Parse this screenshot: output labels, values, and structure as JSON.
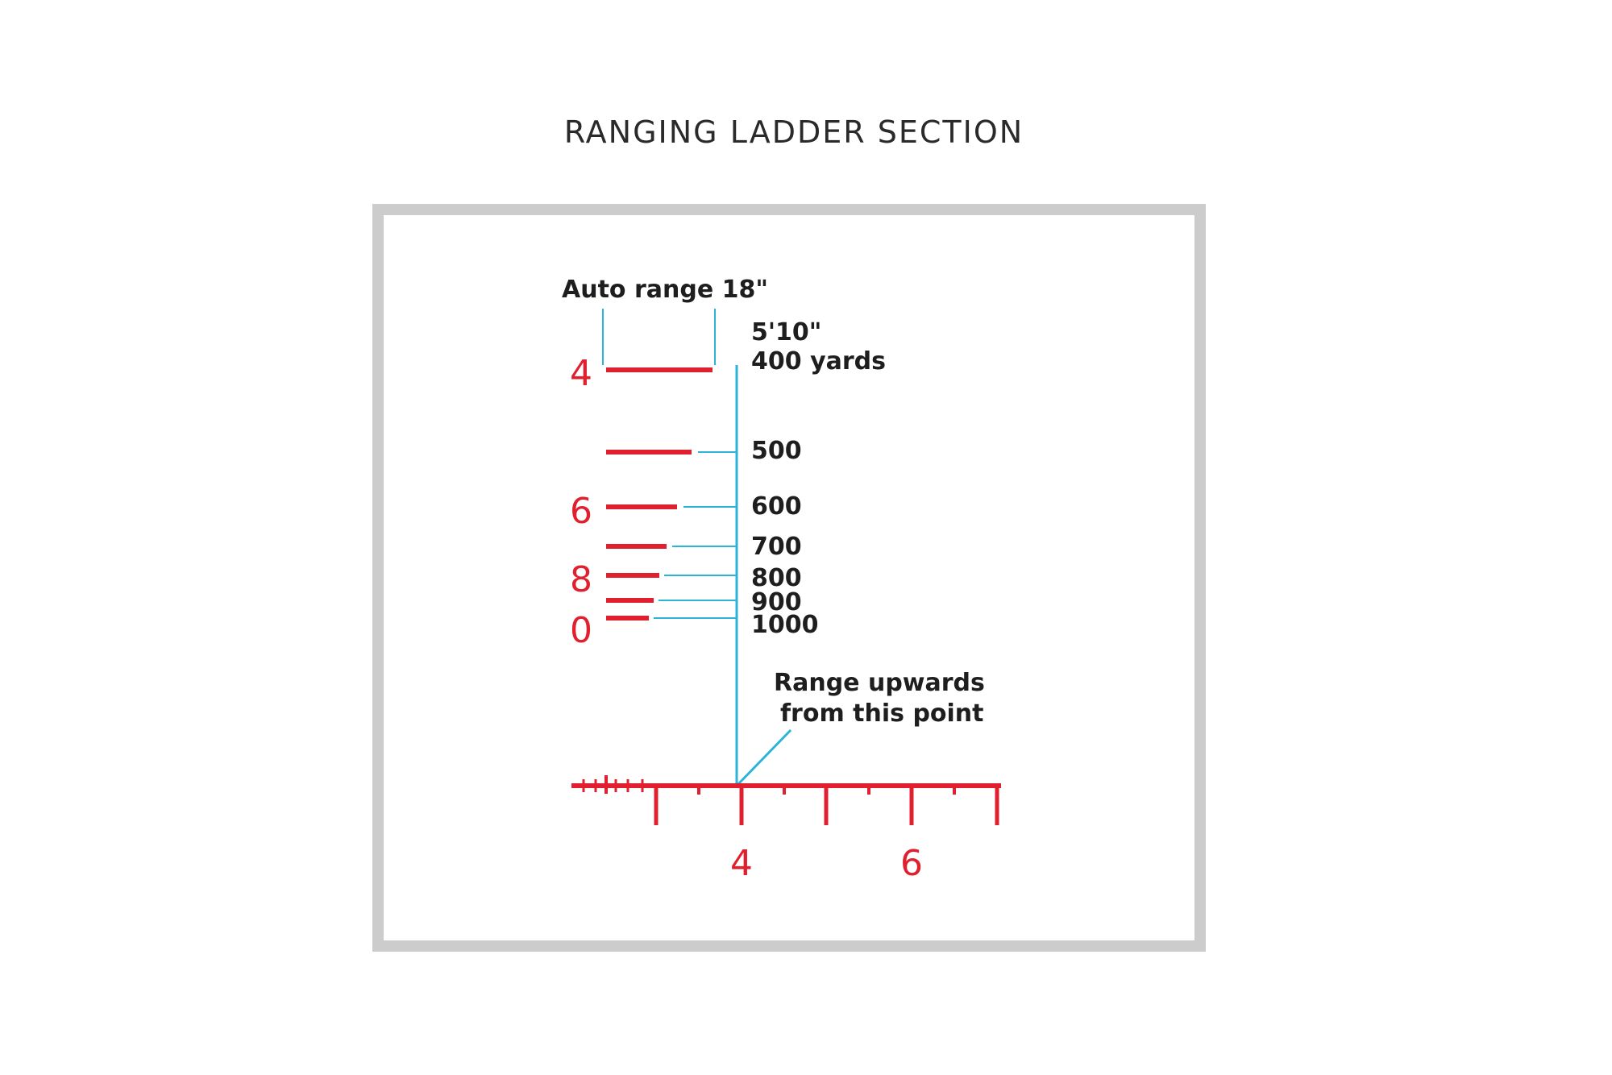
{
  "title": "RANGING LADDER SECTION",
  "colors": {
    "reticle_red": "#e0202e",
    "leader_blue": "#2cb3d8",
    "frame_gray": "#cccccc",
    "text_dark": "#1e1e1e"
  },
  "auto_range_label": "Auto range 18\"",
  "target_height_label": "5'10\"",
  "ladder": [
    {
      "label": "400 yards"
    },
    {
      "label": "500"
    },
    {
      "label": "600"
    },
    {
      "label": "700"
    },
    {
      "label": "800"
    },
    {
      "label": "900"
    },
    {
      "label": "1000"
    }
  ],
  "ladder_numbers": [
    "4",
    "6",
    "8",
    "0"
  ],
  "range_note": [
    "Range upwards",
    "from this point"
  ],
  "scale_numbers": [
    "4",
    "6"
  ]
}
